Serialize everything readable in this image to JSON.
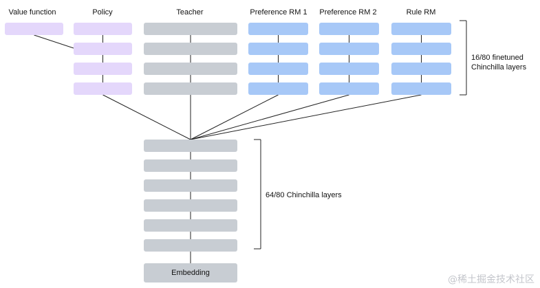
{
  "columns": [
    {
      "title": "Value function",
      "color": "#e4d7fb",
      "layers": 1
    },
    {
      "title": "Policy",
      "color": "#e4d7fb",
      "layers": 4
    },
    {
      "title": "Teacher",
      "color": "#c8cdd3",
      "layers": 4
    },
    {
      "title": "Preference RM 1",
      "color": "#a7c8f7",
      "layers": 4
    },
    {
      "title": "Preference RM 2",
      "color": "#a7c8f7",
      "layers": 4
    },
    {
      "title": "Rule RM",
      "color": "#a7c8f7",
      "layers": 4
    }
  ],
  "finetuned_label": [
    "16/80 finetuned",
    "Chinchilla layers"
  ],
  "trunk": {
    "layers": 6,
    "color": "#c8cdd3"
  },
  "trunk_label": "64/80 Chinchilla layers",
  "embedding": {
    "label": "Embedding",
    "color": "#c8cdd3"
  },
  "watermark": "@稀土掘金技术社区"
}
